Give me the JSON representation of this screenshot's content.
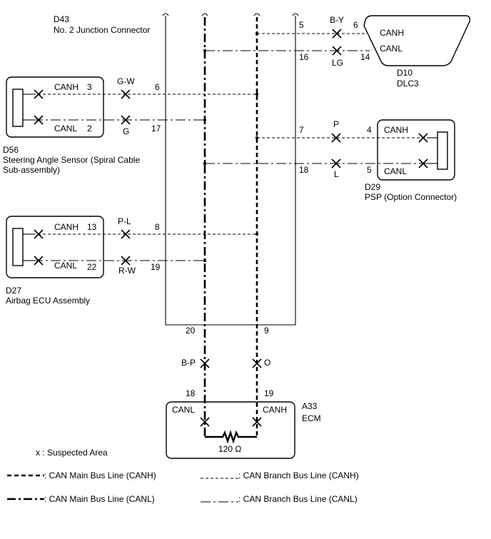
{
  "junction": {
    "code": "D43",
    "name": "No. 2 Junction Connector"
  },
  "dlc3": {
    "code": "D10",
    "name": "DLC3",
    "canh": "CANH",
    "canl": "CANL"
  },
  "steering": {
    "code": "D56",
    "name_line1": "Steering Angle Sensor (Spiral Cable",
    "name_line2": "Sub-assembly)",
    "canh": "CANH",
    "canl": "CANL"
  },
  "psp": {
    "code": "D29",
    "name": "PSP (Option Connector)",
    "canh": "CANH",
    "canl": "CANL"
  },
  "airbag": {
    "code": "D27",
    "name": "Airbag ECU Assembly",
    "canh": "CANH",
    "canl": "CANL"
  },
  "ecm": {
    "code": "A33",
    "name": "ECM",
    "canh": "CANH",
    "canl": "CANL",
    "resistor": "120 Ω"
  },
  "pins": {
    "jc5": "5",
    "jc16": "16",
    "dlc6": "6",
    "dlc14": "14",
    "sa3": "3",
    "sa2": "2",
    "jc6": "6",
    "jc17": "17",
    "jc7": "7",
    "jc18": "18",
    "psp4": "4",
    "psp5": "5",
    "ab13": "13",
    "ab22": "22",
    "jc8": "8",
    "jc19": "19",
    "jc20": "20",
    "jc9": "9",
    "ecm18": "18",
    "ecm19": "19"
  },
  "wires": {
    "by": "B-Y",
    "lg": "LG",
    "gw": "G-W",
    "g": "G",
    "p": "P",
    "l": "L",
    "pl": "P-L",
    "rw": "R-W",
    "bp": "B-P",
    "o": "O"
  },
  "legend": {
    "suspected": "x : Suspected Area",
    "main_canh": ": CAN Main Bus Line (CANH)",
    "main_canl": ": CAN Main Bus Line (CANL)",
    "branch_canh": ": CAN Branch Bus Line (CANH)",
    "branch_canl": ": CAN Branch Bus Line (CANL)"
  }
}
